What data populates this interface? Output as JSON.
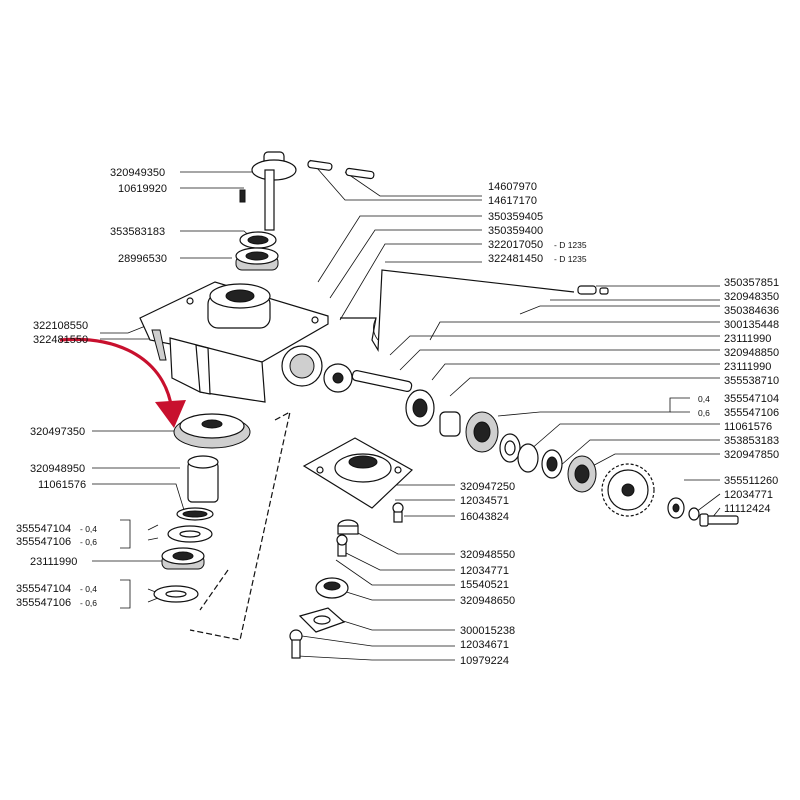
{
  "labels": {
    "l01": "320949350",
    "l02": "10619920",
    "l03": "353583183",
    "l04": "28996530",
    "l05": "322108550",
    "l06": "322481550",
    "l07": "320497350",
    "l08": "320948950",
    "l09": "11061576",
    "l10": "355547104",
    "l10s": "- 0,4",
    "l11": "355547106",
    "l11s": "- 0,6",
    "l12": "23111990",
    "l13": "355547104",
    "l13s": "- 0,4",
    "l14": "355547106",
    "l14s": "- 0,6",
    "t01": "14607970",
    "t02": "14617170",
    "t03": "350359405",
    "t04": "350359400",
    "t05": "322017050",
    "t05s": "- D 1235",
    "t06": "322481450",
    "t06s": "- D 1235",
    "r01": "350357851",
    "r02": "320948350",
    "r03": "350384636",
    "r04": "300135448",
    "r05": "23111990",
    "r06": "320948850",
    "r07": "23111990",
    "r08": "355538710",
    "r09a": "0,4",
    "r09": "355547104",
    "r10a": "0,6",
    "r10": "355547106",
    "r11": "11061576",
    "r12": "353853183",
    "r13": "320947850",
    "r14": "355511260",
    "r15": "12034771",
    "r16": "11112424",
    "c01": "320947250",
    "c02": "12034571",
    "c03": "16043824",
    "c04": "320948550",
    "c05": "12034771",
    "c06": "15540521",
    "c07": "320948650",
    "c08": "300015238",
    "c09": "12034671",
    "c10": "10979224"
  }
}
